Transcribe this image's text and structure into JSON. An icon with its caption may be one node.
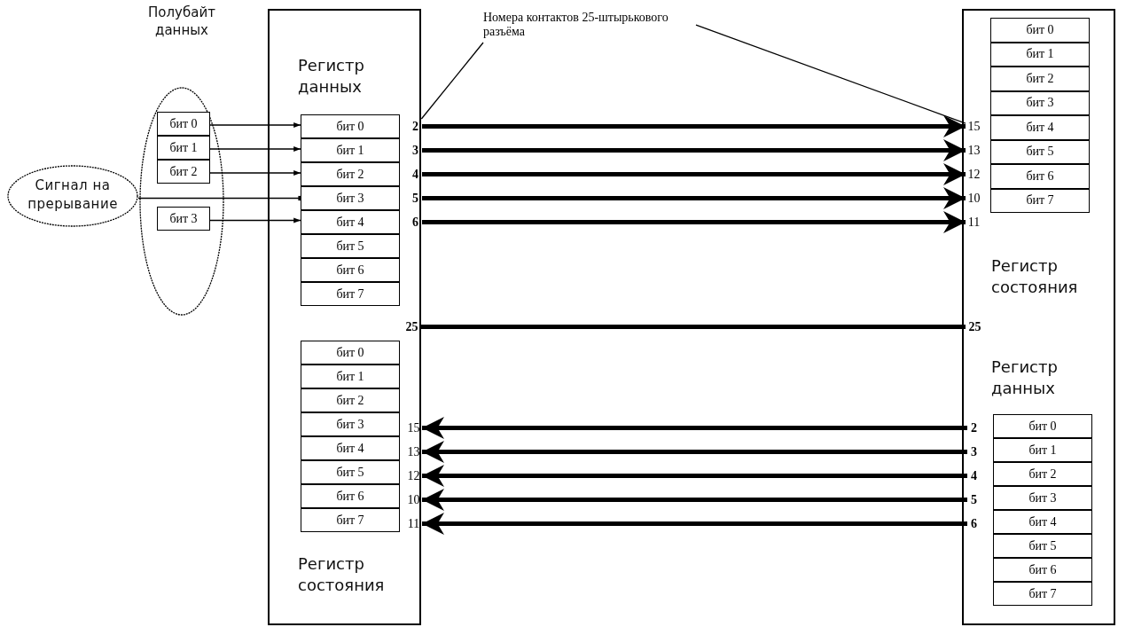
{
  "diagram": {
    "nodes": [
      {
        "text": [],
        "shape": "box"
      },
      {
        "text": [
          "Полубайт данных"
        ]
      },
      {
        "text": [
          "бит 0"
        ],
        "in": 1
      },
      {
        "text": [
          "бит 1"
        ],
        "in": 1
      },
      {
        "text": [
          "бит 2"
        ],
        "in": 1
      },
      {
        "text": [
          "бит 3"
        ],
        "in": 1
      },
      {
        "text": [
          "Сигнал на прерывание"
        ]
      },
      {
        "text": [
          "Регистр данных"
        ],
        "in": 0
      },
      {
        "text": [
          "бит 0"
        ],
        "in": 7
      },
      {
        "text": [
          "бит 1"
        ],
        "in": 7
      },
      {
        "text": [
          "бит 2"
        ],
        "in": 7
      },
      {
        "text": [
          "бит 3"
        ],
        "in": 7
      },
      {
        "text": [
          "бит 4"
        ],
        "in": 7
      },
      {
        "text": [
          "бит 5"
        ],
        "in": 7
      },
      {
        "text": [
          "бит 6"
        ],
        "in": 7
      },
      {
        "text": [
          "бит 7"
        ],
        "in": 7
      },
      {
        "text": [
          "Регистр состояния"
        ],
        "in": 0
      },
      {
        "text": [
          "бит 0"
        ],
        "in": 16
      },
      {
        "text": [
          "бит 1"
        ],
        "in": 16
      },
      {
        "text": [
          "бит 2"
        ],
        "in": 16
      },
      {
        "text": [
          "бит 3"
        ],
        "in": 16
      },
      {
        "text": [
          "бит 4"
        ],
        "in": 16
      },
      {
        "text": [
          "бит 5"
        ],
        "in": 16
      },
      {
        "text": [
          "бит 6"
        ],
        "in": 16
      },
      {
        "text": [
          "бит 7"
        ],
        "in": 16
      },
      {
        "text": [],
        "shape": "box"
      },
      {
        "text": [
          "Регистр состояния"
        ],
        "in": 25
      },
      {
        "text": [
          "бит 0"
        ],
        "in": 26
      },
      {
        "text": [
          "бит 1"
        ],
        "in": 26
      },
      {
        "text": [
          "бит 2"
        ],
        "in": 26
      },
      {
        "text": [
          "бит 3"
        ],
        "in": 26
      },
      {
        "text": [
          "бит 4"
        ],
        "in": 26
      },
      {
        "text": [
          "бит 5"
        ],
        "in": 26
      },
      {
        "text": [
          "бит 6"
        ],
        "in": 26
      },
      {
        "text": [
          "бит 7"
        ],
        "in": 26
      },
      {
        "text": [
          "Регистр данных"
        ],
        "in": 25
      },
      {
        "text": [
          "бит 0"
        ],
        "in": 35
      },
      {
        "text": [
          "бит 1"
        ],
        "in": 35
      },
      {
        "text": [
          "бит 2"
        ],
        "in": 35
      },
      {
        "text": [
          "бит 3"
        ],
        "in": 35
      },
      {
        "text": [
          "бит 4"
        ],
        "in": 35
      },
      {
        "text": [
          "бит 5"
        ],
        "in": 35
      },
      {
        "text": [
          "бит 6"
        ],
        "in": 35
      },
      {
        "text": [
          "бит 7"
        ],
        "in": 35
      },
      {
        "text": [
          "Номера контактов 25-штырькового разъёма"
        ]
      },
      {
        "text": [
          "2"
        ],
        "in": 0
      },
      {
        "text": [
          "3"
        ],
        "in": 0
      },
      {
        "text": [
          "4"
        ],
        "in": 0
      },
      {
        "text": [
          "5"
        ],
        "in": 0
      },
      {
        "text": [
          "6"
        ],
        "in": 0
      },
      {
        "text": [
          "25"
        ],
        "in": 0
      },
      {
        "text": [
          "15"
        ],
        "in": 0
      },
      {
        "text": [
          "13"
        ],
        "in": 0
      },
      {
        "text": [
          "12"
        ],
        "in": 0
      },
      {
        "text": [
          "10"
        ],
        "in": 0
      },
      {
        "text": [
          "11"
        ],
        "in": 0
      },
      {
        "text": [
          "15"
        ],
        "in": 25
      },
      {
        "text": [
          "13"
        ],
        "in": 25
      },
      {
        "text": [
          "12"
        ],
        "in": 25
      },
      {
        "text": [
          "10"
        ],
        "in": 25
      },
      {
        "text": [
          "11"
        ],
        "in": 25
      },
      {
        "text": [
          "25"
        ],
        "in": 25
      },
      {
        "text": [
          "2"
        ],
        "in": 25
      },
      {
        "text": [
          "3"
        ],
        "in": 25
      },
      {
        "text": [
          "4"
        ],
        "in": 25
      },
      {
        "text": [
          "5"
        ],
        "in": 25
      },
      {
        "text": [
          "6"
        ],
        "in": 25
      }
    ],
    "edges": [
      {
        "from": 2,
        "to": 8,
        "arrow": "to"
      },
      {
        "from": 3,
        "to": 9,
        "arrow": "to"
      },
      {
        "from": 4,
        "to": 10,
        "arrow": "to"
      },
      {
        "from": 6,
        "to": 11,
        "arrow": "other"
      },
      {
        "from": 5,
        "to": 12,
        "arrow": "to"
      },
      {
        "from": 45,
        "to": 56,
        "arrow": "to"
      },
      {
        "from": 46,
        "to": 57,
        "arrow": "to"
      },
      {
        "from": 47,
        "to": 58,
        "arrow": "to"
      },
      {
        "from": 48,
        "to": 59,
        "arrow": "to"
      },
      {
        "from": 49,
        "to": 60,
        "arrow": "to"
      },
      {
        "from": 50,
        "to": 61,
        "arrow": "none"
      },
      {
        "from": 62,
        "to": 51,
        "arrow": "to"
      },
      {
        "from": 63,
        "to": 52,
        "arrow": "to"
      },
      {
        "from": 64,
        "to": 53,
        "arrow": "to"
      },
      {
        "from": 65,
        "to": 54,
        "arrow": "to"
      },
      {
        "from": 66,
        "to": 55,
        "arrow": "to"
      },
      {
        "from": 44,
        "to": 45,
        "arrow": "none"
      },
      {
        "from": 44,
        "to": 56,
        "arrow": "none"
      }
    ]
  }
}
